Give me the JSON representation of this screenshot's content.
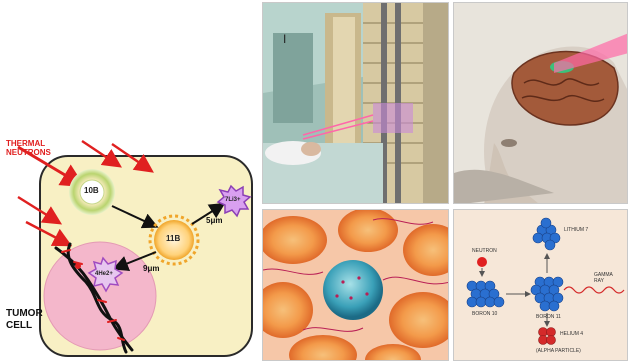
{
  "left_diagram": {
    "thermal_neutrons_label": [
      "THERMAL",
      "NEUTRONS"
    ],
    "tumor_cell_label": [
      "TUMOR",
      "CELL"
    ],
    "boron_10": "10B",
    "boron_11": "11B",
    "lithium_7": "7Li3+",
    "helium_4": "4He2+",
    "path_length_lithium": "5μm",
    "path_length_helium": "9μm"
  },
  "nuclear_reaction_panel": {
    "neutron_label": "NEUTRON",
    "boron_10_label": "BORON 10",
    "boron_11_label": "BORON 11",
    "lithium_7_label": "LITHIUM 7",
    "helium_4_label": "HELIUM 4",
    "alpha_particle_label": "(ALPHA PARTICLE)",
    "gamma_ray_label": [
      "GAMMA",
      "RAY"
    ]
  },
  "colors": {
    "cell_fill": "#f8f0c4",
    "nucleus_fill": "#f4b7cb",
    "neutron_red": "#e02020",
    "boron_blue": "#2a6fd0"
  },
  "icons": [
    "neutron-arrow",
    "boron-atom-icon",
    "dna-helix-icon",
    "reactor-illustration",
    "head-illustration",
    "cell-illustration"
  ]
}
